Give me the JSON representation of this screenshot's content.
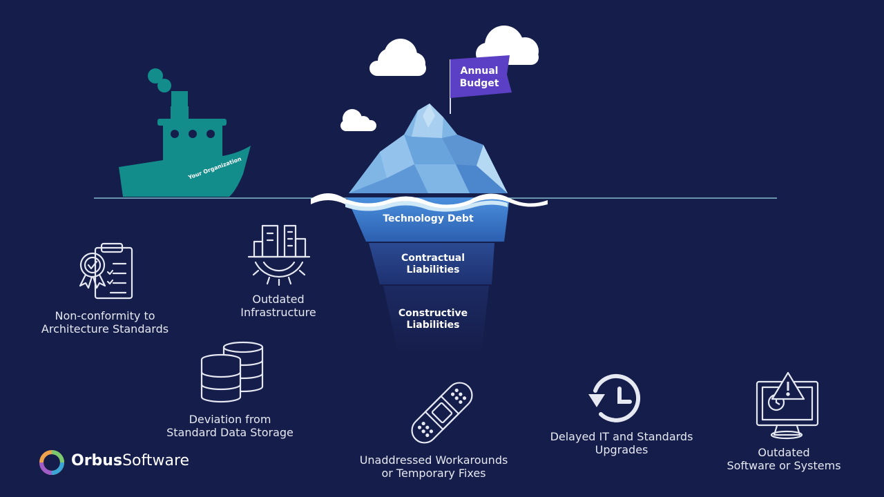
{
  "ship": {
    "label": "Your Organization"
  },
  "flag": {
    "line1": "Annual",
    "line2": "Budget"
  },
  "iceberg_layers": [
    {
      "lines": [
        "Technology Debt"
      ]
    },
    {
      "lines": [
        "Contractual",
        "Liabilities"
      ]
    },
    {
      "lines": [
        "Constructive",
        "Liabilities"
      ]
    }
  ],
  "items": [
    {
      "icon": "clipboard-ribbon-icon",
      "lines": [
        "Non-conformity to",
        "Architecture Standards"
      ]
    },
    {
      "icon": "building-gear-icon",
      "lines": [
        "Outdated",
        "Infrastructure"
      ]
    },
    {
      "icon": "database-stack-icon",
      "lines": [
        "Deviation from",
        "Standard Data Storage"
      ]
    },
    {
      "icon": "bandage-icon",
      "lines": [
        "Unaddressed Workarounds",
        "or Temporary Fixes"
      ]
    },
    {
      "icon": "history-clock-icon",
      "lines": [
        "Delayed IT and Standards",
        "Upgrades"
      ]
    },
    {
      "icon": "monitor-warning-icon",
      "lines": [
        "Outdated",
        "Software or Systems"
      ]
    }
  ],
  "logo": {
    "bold": "Orbus",
    "regular": "Software"
  },
  "colors": {
    "background": "#151d4a",
    "ship": "#138c8c",
    "flag": "#5b3fc4",
    "iceberg_top": "#7fb6e6",
    "layer1": "#3b7fd0",
    "layer2": "#27407f",
    "layer3": "#1a2456"
  }
}
